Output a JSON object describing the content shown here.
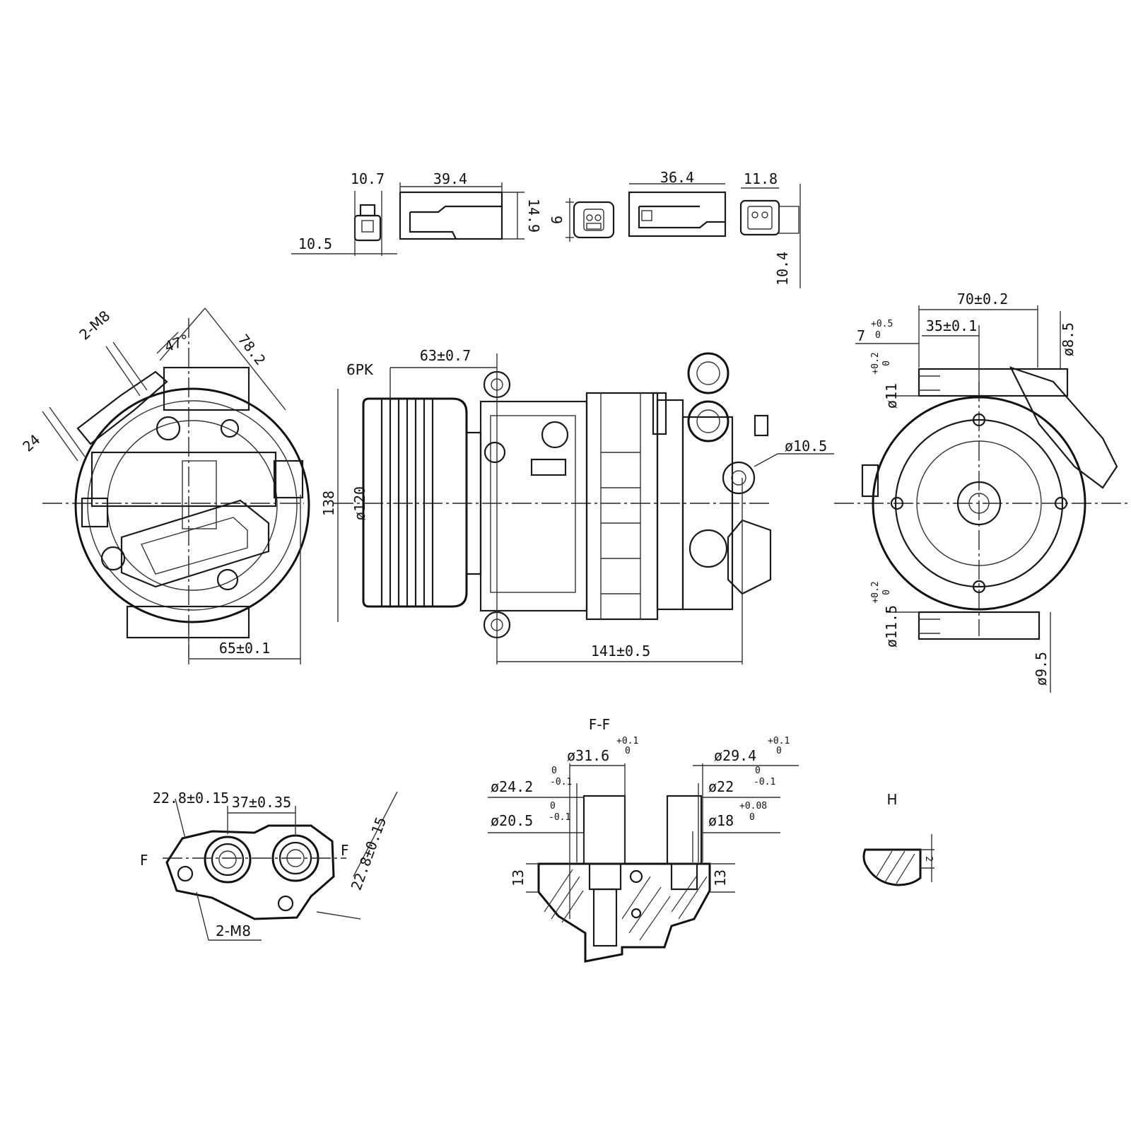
{
  "connectors": {
    "c1_width": "10.7",
    "c1_height": "10.5",
    "c2_length": "39.4",
    "c2_height": "14.9",
    "c3_height": "9",
    "c4_length": "36.4",
    "c5_width": "11.8",
    "c5_height": "10.4"
  },
  "left_view": {
    "bolt": "2-M8",
    "angle": "47°",
    "diag": "78.2",
    "small": "24",
    "offset": "65±0.1"
  },
  "side_view": {
    "belt": "6PK",
    "pulley_pos": "63±0.7",
    "pulley_dia": "ø120",
    "height": "138",
    "length": "141±0.5",
    "mount_hole": "ø10.5"
  },
  "right_view": {
    "span": "70±0.2",
    "half": "35±0.1",
    "top_tab": "7",
    "top_tab_tol_upper": "+0.5",
    "top_tab_tol_lower": "0",
    "hole_dia": "ø8.5",
    "bore_top": "ø11",
    "bore_top_tol_upper": "+0.2",
    "bore_top_tol_lower": "0",
    "bore_bottom": "ø11.5",
    "bore_bottom_tol_upper": "+0.2",
    "bore_bottom_tol_lower": "0",
    "hole_bottom": "ø9.5"
  },
  "port_view": {
    "pos1": "22.8±0.15",
    "spacing": "37±0.35",
    "pos2": "22.8±0.15",
    "section_marker": "F",
    "bolt": "2-M8"
  },
  "section_ff": {
    "title": "F-F",
    "d1": "ø31.6",
    "d1_tol_upper": "+0.1",
    "d1_tol_lower": "0",
    "d2": "ø29.4",
    "d2_tol_upper": "+0.1",
    "d2_tol_lower": "0",
    "d3": "ø24.2",
    "d3_tol_upper": "0",
    "d3_tol_lower": "-0.1",
    "d4": "ø22",
    "d4_tol_upper": "0",
    "d4_tol_lower": "-0.1",
    "d5": "ø20.5",
    "d5_tol_upper": "0",
    "d5_tol_lower": "-0.1",
    "d6": "ø18",
    "d6_tol_upper": "+0.08",
    "d6_tol_lower": "0",
    "depth_left": "13",
    "depth_right": "13"
  },
  "detail_h": {
    "title": "H",
    "value": "2"
  }
}
